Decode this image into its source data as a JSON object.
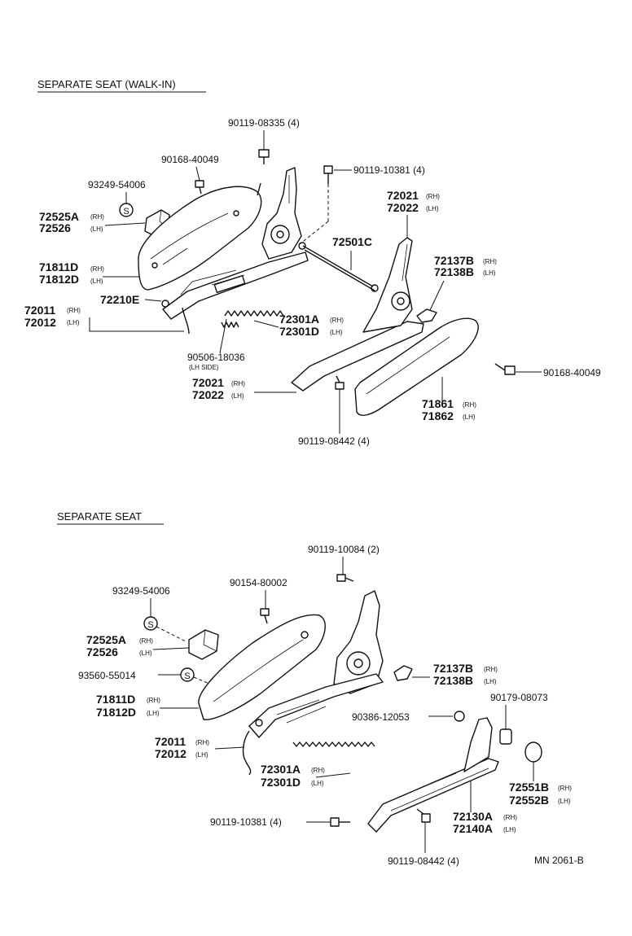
{
  "sections": [
    {
      "title": "SEPARATE SEAT (WALK-IN)"
    },
    {
      "title": "SEPARATE SEAT"
    }
  ],
  "top": {
    "p90119_08335": "90119-08335 (4)",
    "p90168_40049a": "90168-40049",
    "p90119_10381": "90119-10381 (4)",
    "p93249_54006": "93249-54006",
    "p72525A": "72525A",
    "p72526": "72526",
    "rh": "(RH)",
    "lh": "(LH)",
    "p72021_top": "72021",
    "p72022_top": "72022",
    "p72501C": "72501C",
    "p72137B": "72137B",
    "p72138B": "72138B",
    "p71811D": "71811D",
    "p71812D": "71812D",
    "p72210E": "72210E",
    "p72011": "72011",
    "p72012": "72012",
    "p72301A": "72301A",
    "p72301D": "72301D",
    "p90506_18036": "90506-18036",
    "lh_side": "(LH SIDE)",
    "p72021_bot": "72021",
    "p72022_bot": "72022",
    "p90168_40049b": "90168-40049",
    "p71861": "71861",
    "p71862": "71862",
    "p90119_08442": "90119-08442 (4)"
  },
  "bottom": {
    "p90119_10084": "90119-10084 (2)",
    "p90154_80002": "90154-80002",
    "p93249_54006": "93249-54006",
    "p72525A": "72525A",
    "p72526": "72526",
    "p93560_55014": "93560-55014",
    "p72137B": "72137B",
    "p72138B": "72138B",
    "p90179_08073": "90179-08073",
    "p71811D": "71811D",
    "p71812D": "71812D",
    "p90386_12053": "90386-12053",
    "p72011": "72011",
    "p72012": "72012",
    "p72301A": "72301A",
    "p72301D": "72301D",
    "p72551B": "72551B",
    "p72552B": "72552B",
    "p72130A": "72130A",
    "p72140A": "72140A",
    "p90119_10381": "90119-10381 (4)",
    "p90119_08442": "90119-08442 (4)",
    "rh": "(RH)",
    "lh": "(LH)"
  },
  "footer": {
    "code": "MN 2061-B"
  },
  "clip_symbol": "S"
}
